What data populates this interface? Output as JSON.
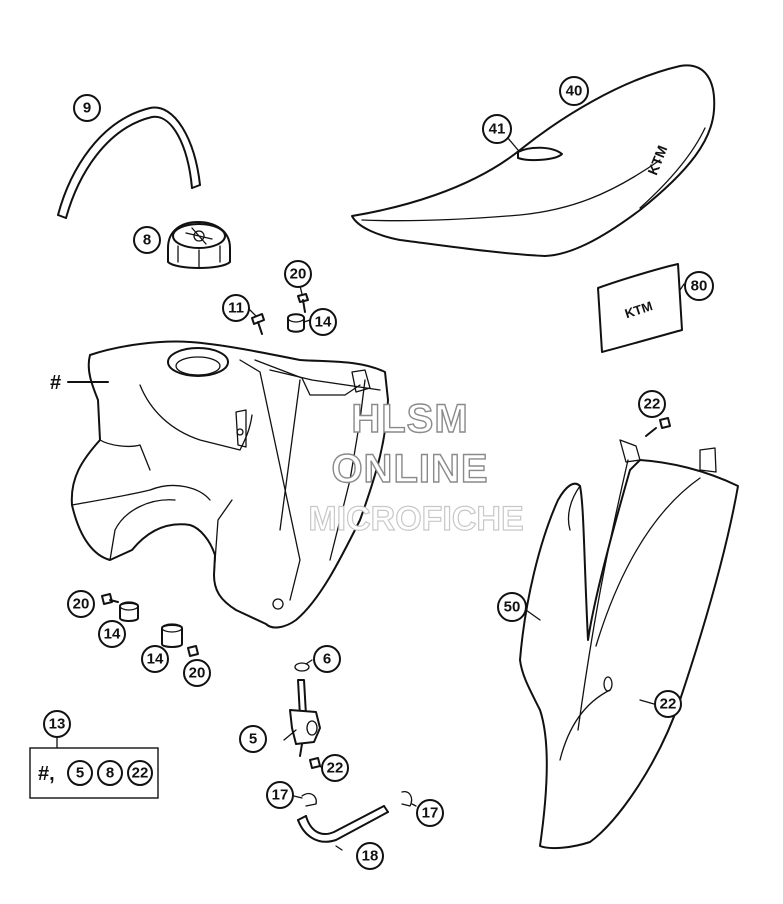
{
  "watermark": {
    "line1": "HLSM",
    "line2": "ONLINE",
    "line3": "MICROFICHE"
  },
  "logos": {
    "seat_logo": "KTM",
    "decal_logo": "KTM"
  },
  "tank_marker": "#",
  "kit": {
    "callout": "13",
    "prefix": "#,",
    "items": [
      "5",
      "8",
      "22"
    ]
  },
  "callouts": [
    {
      "id": "c9",
      "label": "9"
    },
    {
      "id": "c8",
      "label": "8"
    },
    {
      "id": "c40",
      "label": "40"
    },
    {
      "id": "c41",
      "label": "41"
    },
    {
      "id": "c20a",
      "label": "20"
    },
    {
      "id": "c11",
      "label": "11"
    },
    {
      "id": "c14a",
      "label": "14"
    },
    {
      "id": "c80",
      "label": "80"
    },
    {
      "id": "c22a",
      "label": "22"
    },
    {
      "id": "c50",
      "label": "50"
    },
    {
      "id": "c20b",
      "label": "20"
    },
    {
      "id": "c14b",
      "label": "14"
    },
    {
      "id": "c14c",
      "label": "14"
    },
    {
      "id": "c20c",
      "label": "20"
    },
    {
      "id": "c6",
      "label": "6"
    },
    {
      "id": "c5",
      "label": "5"
    },
    {
      "id": "c22b",
      "label": "22"
    },
    {
      "id": "c22c",
      "label": "22"
    },
    {
      "id": "c17a",
      "label": "17"
    },
    {
      "id": "c17b",
      "label": "17"
    },
    {
      "id": "c18",
      "label": "18"
    }
  ]
}
